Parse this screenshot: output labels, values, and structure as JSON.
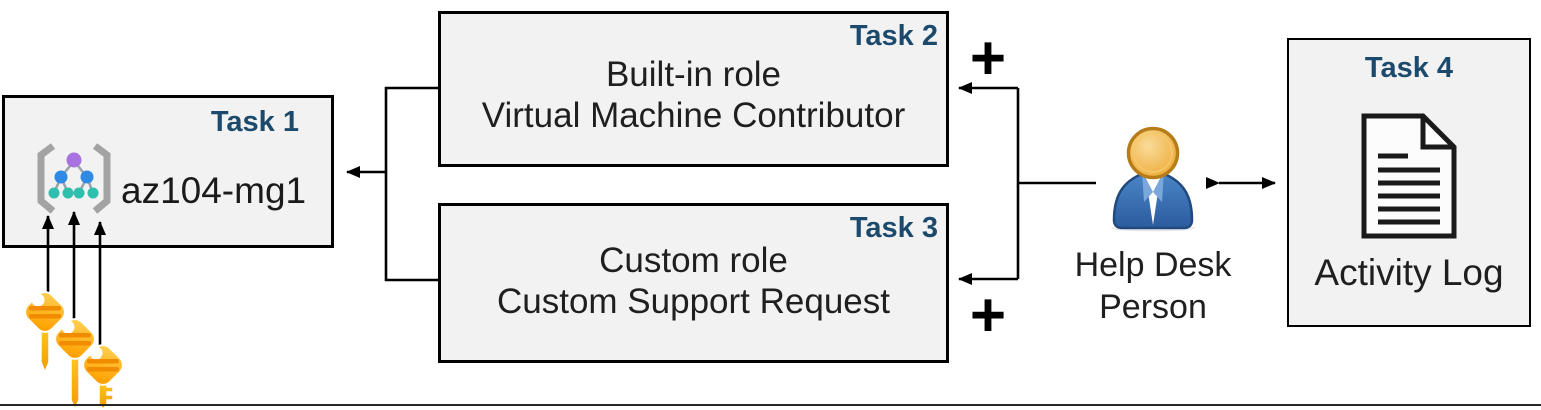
{
  "boxes": {
    "task1": {
      "label": "Task 1",
      "text": "az104-mg1"
    },
    "task2": {
      "label": "Task 2",
      "lines": [
        "Built-in role",
        "Virtual Machine Contributor"
      ]
    },
    "task3": {
      "label": "Task 3",
      "lines": [
        "Custom role",
        "Custom Support Request"
      ]
    },
    "task4": {
      "label": "Task 4",
      "caption": "Activity Log"
    }
  },
  "person": {
    "label_line1": "Help Desk",
    "label_line2": "Person"
  },
  "operators": {
    "plus_top": "+",
    "plus_bottom": "+"
  },
  "icons": {
    "management_group": "management-group-icon",
    "keys": "keys-icon",
    "person": "help-desk-person-icon",
    "document": "activity-log-document-icon"
  },
  "colors": {
    "task_label": "#1b4a6d",
    "box_fill": "#f2f2f2",
    "box_border": "#000000",
    "connector": "#000000",
    "key_gold_light": "#ffd45a",
    "key_gold_dark": "#ffa200",
    "key_stripe": "#f18b00",
    "mg_purple": "#a873e0",
    "mg_blue": "#2e8ae5",
    "mg_teal": "#2fc0ad",
    "mg_brace_gray": "#a3a3a3",
    "person_body_blue": "#3a72b4",
    "person_head_gold": "#eaa83f"
  }
}
